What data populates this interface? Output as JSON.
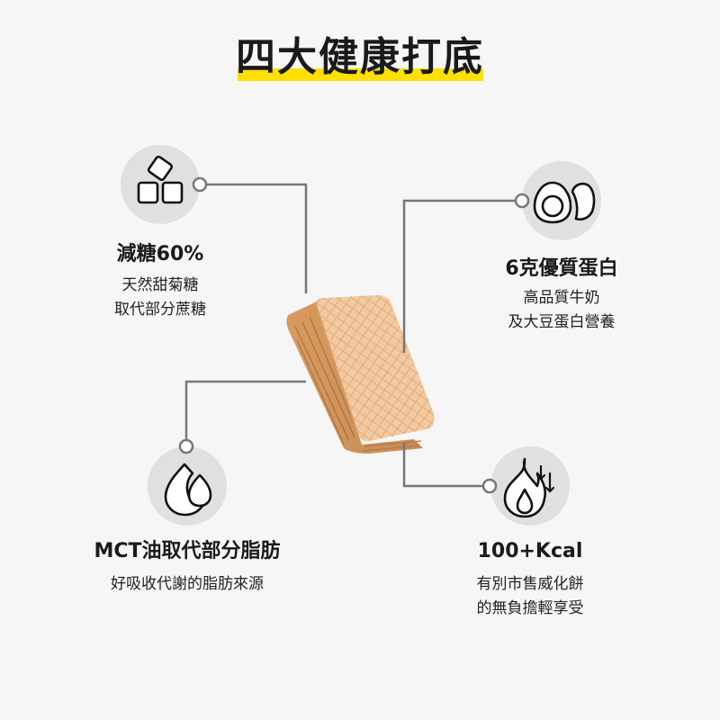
{
  "title": "四大健康打底",
  "colors": {
    "background": "#f6f6f6",
    "highlight": "#ffe000",
    "icon_circle": "#e0e0e0",
    "connector": "#777777",
    "text": "#1a1a1a"
  },
  "features": [
    {
      "id": "sugar",
      "icon": "sugar-cubes-icon",
      "heading": "減糖60%",
      "lines": [
        "天然甜菊糖",
        "取代部分蔗糖"
      ]
    },
    {
      "id": "protein",
      "icon": "egg-icon",
      "heading": "6克優質蛋白",
      "lines": [
        "高品質牛奶",
        "及大豆蛋白營養"
      ]
    },
    {
      "id": "mct",
      "icon": "oil-drops-icon",
      "heading": "MCT油取代部分脂肪",
      "lines": [
        "好吸收代謝的脂肪來源"
      ]
    },
    {
      "id": "calories",
      "icon": "flame-down-arrows-icon",
      "heading": "100+Kcal",
      "lines": [
        "有別市售威化餅",
        "的無負擔輕享受"
      ]
    }
  ],
  "product_image": "wafer-cookie"
}
